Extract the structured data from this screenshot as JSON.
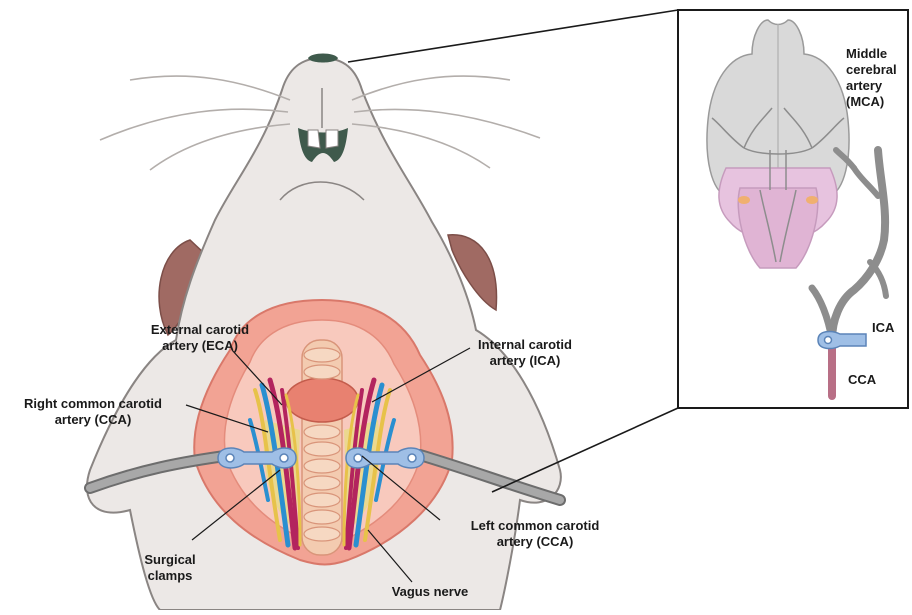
{
  "labels": {
    "eca": "External carotid\nartery (ECA)",
    "ica": "Internal carotid\nartery (ICA)",
    "right_cca": "Right common carotid\nartery (CCA)",
    "left_cca": "Left common carotid\nartery (CCA)",
    "clamps": "Surgical\nclamps",
    "vagus": "Vagus nerve"
  },
  "inset": {
    "mca": "Middle\ncerebral\nartery\n(MCA)",
    "ica": "ICA",
    "cca": "CCA"
  },
  "colors": {
    "skin": "#ece8e6",
    "outline": "#8a8583",
    "ear": "#a06a63",
    "nose": "#3f5a4c",
    "wound": "#f2a394",
    "tissue": "#f8c9bd",
    "trachea": "#f3cbb0",
    "artery": "#b3245e",
    "vein": "#2a8fd0",
    "nerve": "#e7c24a",
    "clamp": "#9fbfe6",
    "brain_front": "#d9d9d9",
    "brain_back": "#e7c3df",
    "vessel": "#8d8d8d"
  }
}
